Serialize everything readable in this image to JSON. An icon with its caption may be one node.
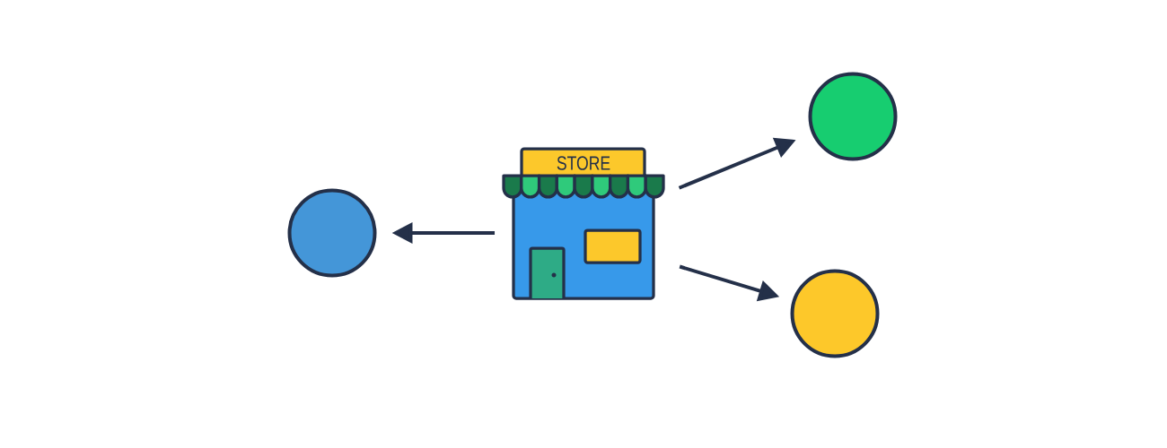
{
  "diagram": {
    "nodes": [
      {
        "text": [
          "STORE"
        ]
      },
      {
        "text": [],
        "shape": "circle"
      },
      {
        "text": [],
        "shape": "circle"
      },
      {
        "text": [],
        "shape": "circle"
      }
    ],
    "edges": [
      {
        "from": 0,
        "to": 1,
        "arrow": "to"
      },
      {
        "from": 0,
        "to": 2,
        "arrow": "to"
      },
      {
        "from": 0,
        "to": 3,
        "arrow": "to"
      }
    ]
  }
}
